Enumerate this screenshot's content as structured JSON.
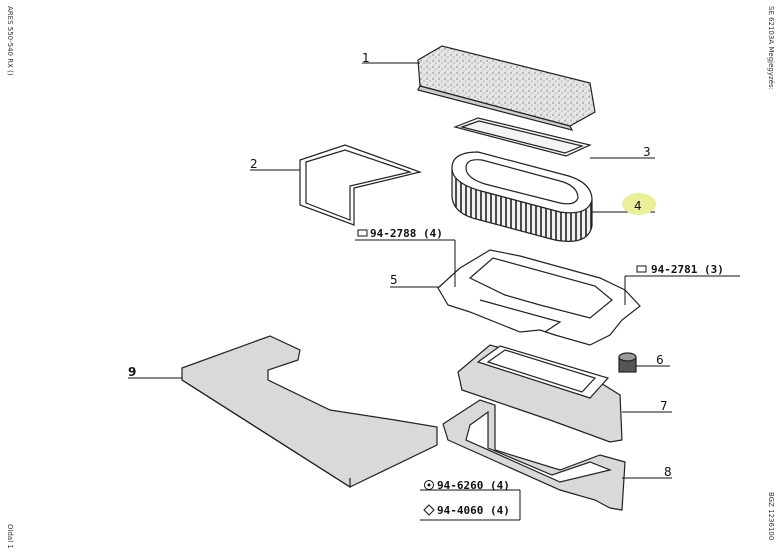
{
  "margin": {
    "top_left": "ARES 550-540 RX ()",
    "top_right": "SE 62103A  Megjegyzés:",
    "bottom_left": "Oldal 1",
    "bottom_right": "BGZ 1236100"
  },
  "callouts": [
    "1",
    "2",
    "3",
    "4",
    "5",
    "6",
    "7",
    "8",
    "9"
  ],
  "refs": {
    "r1": "94-2788 (4)",
    "r2": "94-2781 (3)",
    "r3": "94-6260 (4)",
    "r4": "94-4060 (4)"
  },
  "colors": {
    "highlight": "#e9ef9a",
    "ink": "#111111",
    "foam": "#d9d9d9"
  }
}
